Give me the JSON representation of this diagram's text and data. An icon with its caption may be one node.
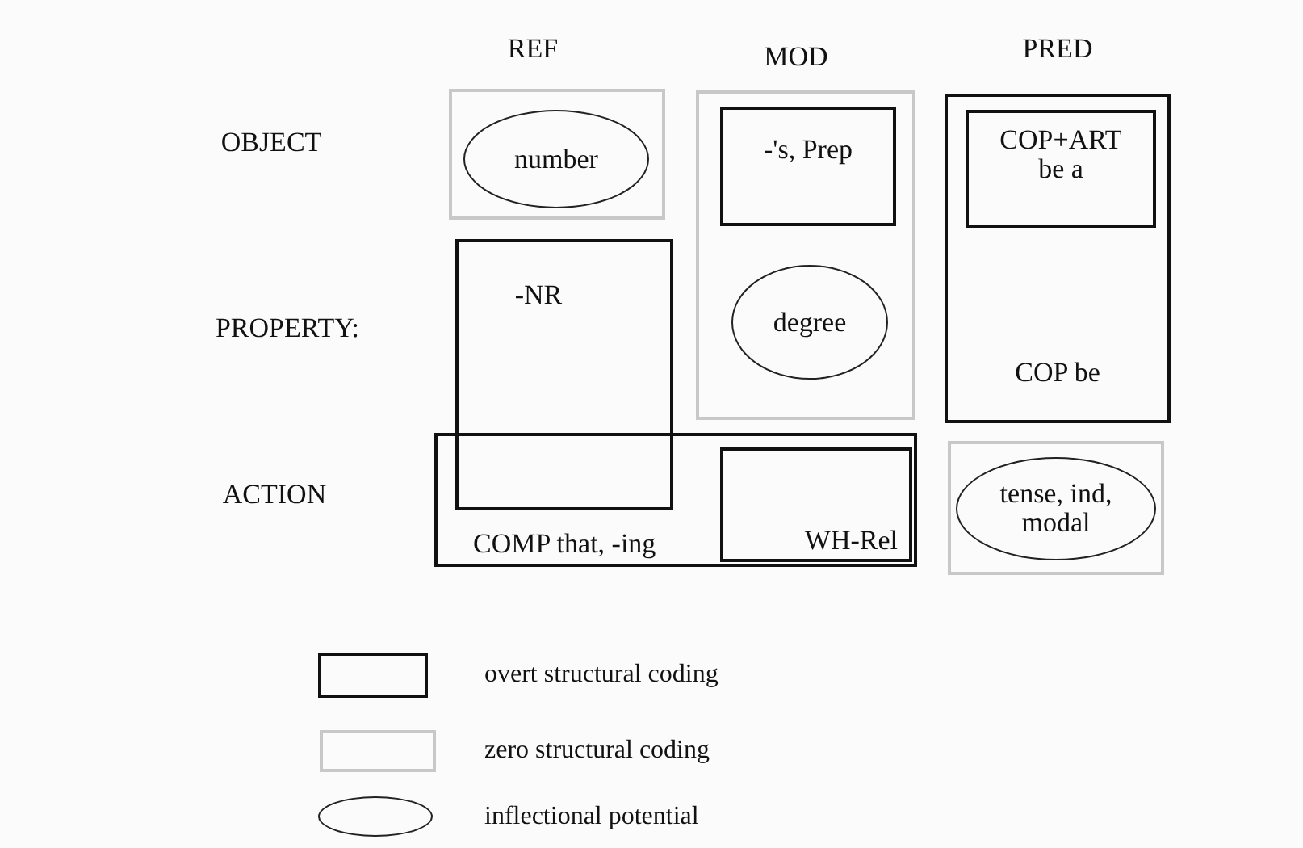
{
  "diagram": {
    "nodes": [
      {
        "text": [],
        "shape": "box"
      },
      {
        "text": [
          "number"
        ],
        "in": 0
      },
      {
        "text": [],
        "shape": "box"
      },
      {
        "text": [
          "-'s, Prep"
        ],
        "in": 2
      },
      {
        "text": [
          "degree"
        ],
        "in": 2
      },
      {
        "text": [
          "COP be"
        ]
      },
      {
        "text": [
          "COP+ART be a"
        ],
        "in": 5
      },
      {
        "text": [
          "-NR"
        ]
      },
      {
        "text": [
          "COMP that, -ing"
        ]
      },
      {
        "text": [
          "WH-Rel"
        ],
        "in": 8
      },
      {
        "text": [],
        "shape": "box"
      },
      {
        "text": [
          "tense, ind, modal"
        ],
        "in": 10
      }
    ],
    "labels": [
      "REF",
      "MOD",
      "PRED",
      "OBJECT",
      "PROPERTY:",
      "ACTION"
    ],
    "legend": [
      {
        "text": "overt structural coding"
      },
      {
        "text": "zero structural coding"
      },
      {
        "text": "inflectional potential"
      }
    ]
  }
}
